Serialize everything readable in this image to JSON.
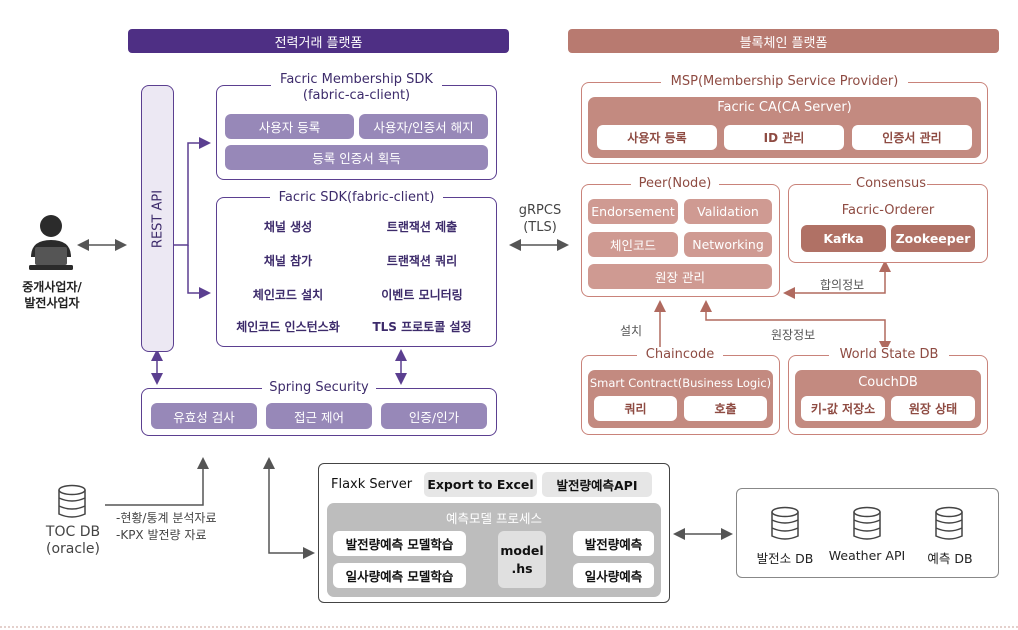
{
  "headers": {
    "left": "전력거래 플랫폼",
    "right": "블록체인 플랫폼"
  },
  "actor": {
    "label_line1": "중개사업자/",
    "label_line2": "발전사업자"
  },
  "rest_api": "REST API",
  "membership_sdk": {
    "title_line1": "Facric Membership SDK",
    "title_line2": "(fabric-ca-client)",
    "items": [
      "사용자 등록",
      "사용자/인증서 해지",
      "등록 인증서 획득"
    ]
  },
  "fabric_sdk": {
    "title": "Facric SDK(fabric-client)",
    "items": [
      "채널 생성",
      "트랜잭션 제출",
      "채널 참가",
      "트랜잭션 쿼리",
      "체인코드 설치",
      "이벤트 모니터링",
      "체인코드 인스턴스화",
      "TLS 프로토콜 설정"
    ]
  },
  "spring_security": {
    "title": "Spring Security",
    "items": [
      "유효성 검사",
      "접근 제어",
      "인증/인가"
    ]
  },
  "grpc": {
    "line1": "gRPCS",
    "line2": "(TLS)"
  },
  "msp": {
    "title": "MSP(Membership Service Provider)",
    "ca_title": "Facric CA(CA Server)",
    "items": [
      "사용자 등록",
      "ID 관리",
      "인증서 관리"
    ]
  },
  "peer": {
    "title": "Peer(Node)",
    "items": [
      "Endorsement",
      "Validation",
      "체인코드",
      "Networking",
      "원장 관리"
    ]
  },
  "consensus": {
    "title": "Consensus",
    "orderer": "Facric-Orderer",
    "items": [
      "Kafka",
      "Zookeeper"
    ]
  },
  "chaincode": {
    "title": "Chaincode",
    "subtitle": "Smart Contract(Business Logic)",
    "items": [
      "쿼리",
      "호출"
    ]
  },
  "world_state": {
    "title": "World State DB",
    "db": "CouchDB",
    "items": [
      "키-값 저장소",
      "원장 상태"
    ]
  },
  "edge_labels": {
    "install": "설치",
    "consensus_info": "합의정보",
    "ledger_info": "원장정보"
  },
  "toc_db": {
    "line1": "TOC DB",
    "line2": "(oracle)",
    "note1": "-현황/통계 분석자료",
    "note2": "-KPX 발전량 자료"
  },
  "flaxk": {
    "title": "Flaxk Server",
    "buttons": [
      "Export to Excel",
      "발전량예측API"
    ],
    "process_title": "예측모델 프로세스",
    "left_items": [
      "발전량예측 모델학습",
      "일사량예측 모델학습"
    ],
    "model_line1": "model",
    "model_line2": ".hs",
    "right_items": [
      "발전량예측",
      "일사량예측"
    ]
  },
  "databases": [
    "발전소 DB",
    "Weather API",
    "예측 DB"
  ]
}
